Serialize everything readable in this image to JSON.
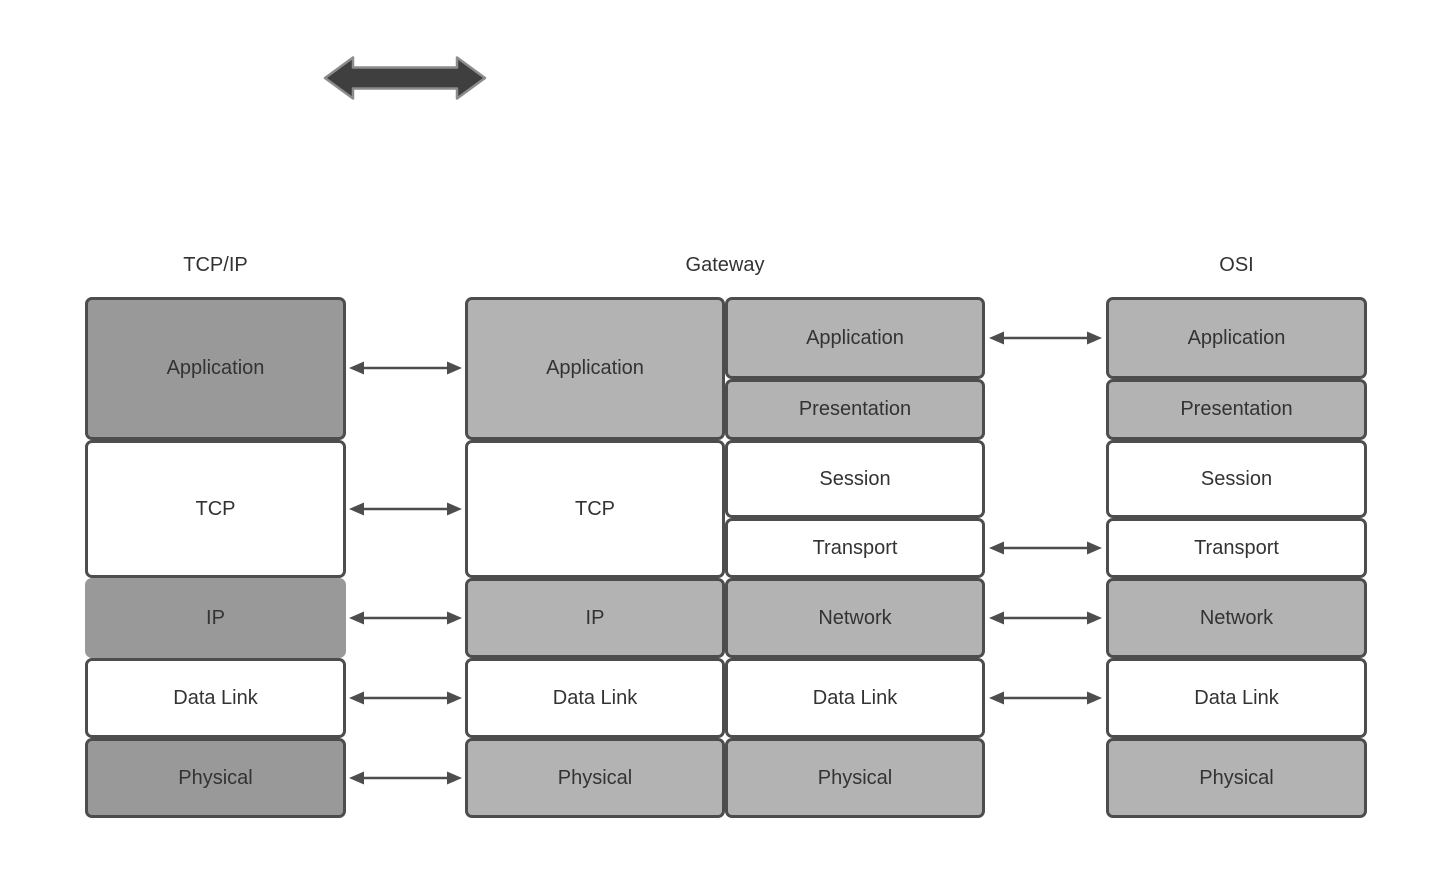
{
  "headers": {
    "tcpip": "TCP/IP",
    "gateway": "Gateway",
    "osi": "OSI"
  },
  "icons": {
    "top_arrow": "double-headed-arrow"
  },
  "stacks": {
    "tcpip": {
      "layers": [
        {
          "label": "Application",
          "fill": "dark"
        },
        {
          "label": "TCP",
          "fill": "white"
        },
        {
          "label": "IP",
          "fill": "dark"
        },
        {
          "label": "Data Link",
          "fill": "white"
        },
        {
          "label": "Physical",
          "fill": "dark"
        }
      ]
    },
    "gateway_left": {
      "layers": [
        {
          "label": "Application",
          "fill": "light"
        },
        {
          "label": "TCP",
          "fill": "white"
        },
        {
          "label": "IP",
          "fill": "light"
        },
        {
          "label": "Data Link",
          "fill": "white"
        },
        {
          "label": "Physical",
          "fill": "light"
        }
      ]
    },
    "gateway_right": {
      "layers": [
        {
          "label": "Application",
          "fill": "light"
        },
        {
          "label": "Presentation",
          "fill": "light"
        },
        {
          "label": "Session",
          "fill": "white"
        },
        {
          "label": "Transport",
          "fill": "white"
        },
        {
          "label": "Network",
          "fill": "light"
        },
        {
          "label": "Data Link",
          "fill": "white"
        },
        {
          "label": "Physical",
          "fill": "light"
        }
      ]
    },
    "osi": {
      "layers": [
        {
          "label": "Application",
          "fill": "light"
        },
        {
          "label": "Presentation",
          "fill": "light"
        },
        {
          "label": "Session",
          "fill": "white"
        },
        {
          "label": "Transport",
          "fill": "white"
        },
        {
          "label": "Network",
          "fill": "light"
        },
        {
          "label": "Data Link",
          "fill": "white"
        },
        {
          "label": "Physical",
          "fill": "light"
        }
      ]
    }
  },
  "connections": {
    "tcpip_to_gateway": [
      "Application",
      "TCP",
      "IP",
      "Data Link",
      "Physical"
    ],
    "gateway_to_osi": [
      "Application",
      "Transport",
      "Network",
      "Data Link"
    ]
  },
  "colors": {
    "dark_gray_fill": "#999999",
    "light_gray_fill": "#b3b3b3",
    "white_fill": "#ffffff",
    "border": "#4d4d4d",
    "text": "#333333",
    "connector_arrow": "#4d4d4d",
    "big_arrow_fill": "#3f3f3f",
    "big_arrow_stroke": "#8c8c8c",
    "background": "#ffffff"
  }
}
